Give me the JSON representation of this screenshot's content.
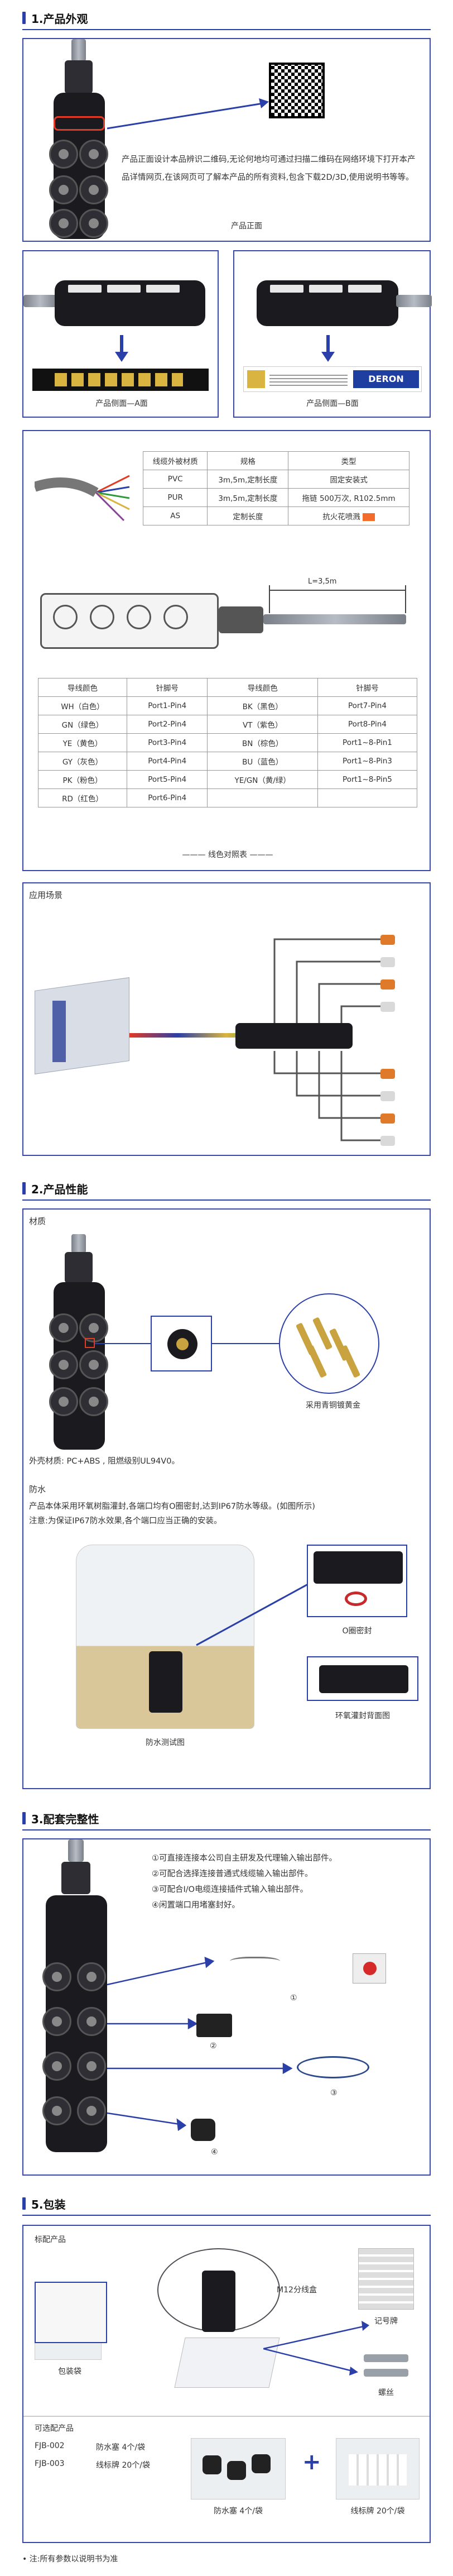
{
  "sections": {
    "s1": "1.产品外观",
    "s2": "2.产品性能",
    "s3": "3.配套完整性",
    "s5": "5.包装"
  },
  "appearance": {
    "desc": "产品正面设计本品辨识二维码,无论何地均可通过扫描二维码在网络环境下打开本产品详情网页,在该网页可了解本产品的所有资料,包含下载2D/3D,使用说明书等等。",
    "front_caption": "产品正面",
    "side_a_caption": "产品侧面—A面",
    "side_b_caption": "产品侧面—B面",
    "brand": "DERON"
  },
  "cable_table": {
    "headers": [
      "线缆外被材质",
      "规格",
      "类型"
    ],
    "rows": [
      [
        "PVC",
        "3m,5m,定制长度",
        "固定安装式"
      ],
      [
        "PUR",
        "3m,5m,定制长度",
        "拖链 500万次, R102.5mm"
      ],
      [
        "AS",
        "定制长度",
        "抗火花喷溅"
      ]
    ],
    "dim_label": "L=3,5m"
  },
  "wire_table": {
    "headers": [
      "导线颜色",
      "针脚号",
      "导线颜色",
      "针脚号"
    ],
    "rows": [
      [
        "WH（白色）",
        "Port1-Pin4",
        "BK（黑色）",
        "Port7-Pin4"
      ],
      [
        "GN（绿色）",
        "Port2-Pin4",
        "VT（紫色）",
        "Port8-Pin4"
      ],
      [
        "YE（黄色）",
        "Port3-Pin4",
        "BN（棕色）",
        "Port1~8-Pin1"
      ],
      [
        "GY（灰色）",
        "Port4-Pin4",
        "BU（蓝色）",
        "Port1~8-Pin3"
      ],
      [
        "PK（粉色）",
        "Port5-Pin4",
        "YE/GN（黄/绿）",
        "Port1~8-Pin5"
      ],
      [
        "RD（红色）",
        "Port6-Pin4",
        "",
        ""
      ]
    ],
    "caption": "——— 线色对照表 ———"
  },
  "application": {
    "title": "应用场景"
  },
  "performance": {
    "material_title": "材质",
    "brass_caption": "采用青铜镀黄金",
    "shell_text": "外壳材质: PC+ABS , 阻燃级别UL94V0。",
    "waterproof_title": "防水",
    "waterproof_text_1": "产品本体采用环氧树脂灌封,各端口均有O圈密封,达到IP67防水等级。(如图所示)",
    "waterproof_text_2": "注意:为保证IP67防水效果,各个端口应当正确的安装。",
    "test_caption": "防水测试图",
    "oring_caption": "O圈密封",
    "potting_caption": "环氧灌封背面图"
  },
  "completeness": {
    "items": [
      "①可直接连接本公司自主研发及代理输入输出部件。",
      "②可配合选择连接普通式线缆输入输出部件。",
      "③可配合I/O电缆连接插件式输入输出部件。",
      "④闲置端口用堵塞封好。"
    ],
    "nums": [
      "①",
      "②",
      "③",
      "④"
    ]
  },
  "packaging": {
    "standard_title": "标配产品",
    "bag_caption": "包装袋",
    "m12_caption": "M12分线盒",
    "marker_caption": "记号牌",
    "screw_caption": "螺丝",
    "optional_title": "可选配产品",
    "options": [
      [
        "FJB-002",
        "防水塞 4个/袋"
      ],
      [
        "FJB-003",
        "线标牌 20个/袋"
      ]
    ],
    "plug_caption": "防水塞 4个/袋",
    "tag_caption": "线标牌  20个/袋",
    "plus": "+"
  },
  "footnote": "• 注:所有参数以说明书为准",
  "colors": {
    "accent": "#2a3fa8",
    "red": "#e23a25",
    "orange": "#f26b2b"
  }
}
